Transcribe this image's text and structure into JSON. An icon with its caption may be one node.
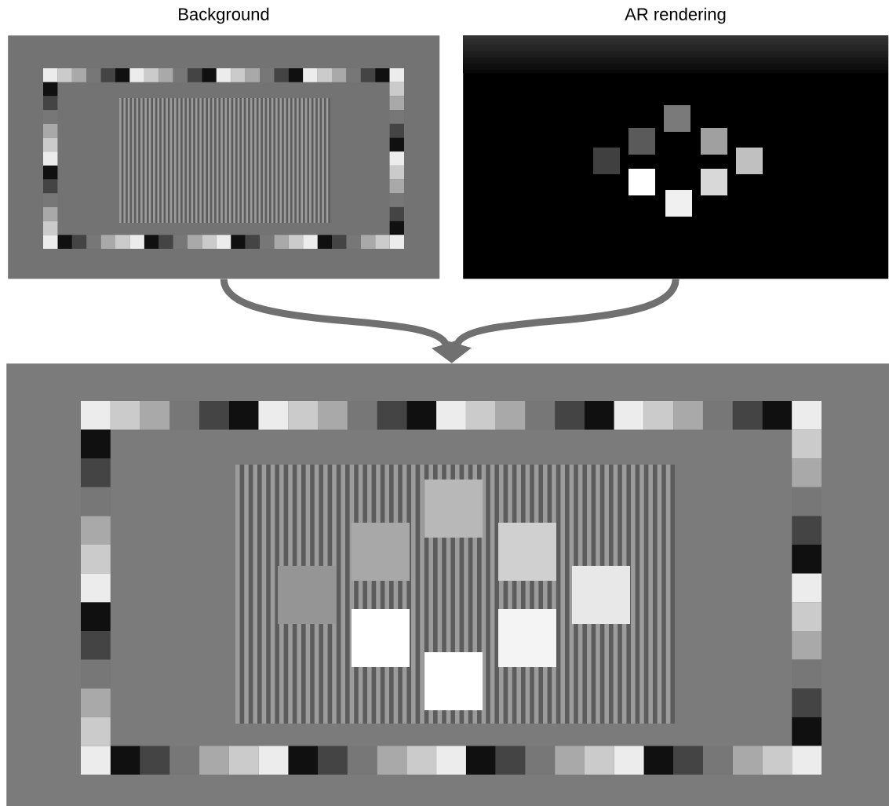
{
  "diagram": {
    "nodes": [
      {
        "text": [
          "Background"
        ]
      },
      {
        "text": [
          "AR rendering"
        ]
      },
      {
        "text": [],
        "shape": "picture"
      }
    ],
    "edges": [
      {
        "from": 0,
        "to": 2,
        "arrow": "to"
      },
      {
        "from": 1,
        "to": 2,
        "arrow": "to"
      }
    ]
  }
}
